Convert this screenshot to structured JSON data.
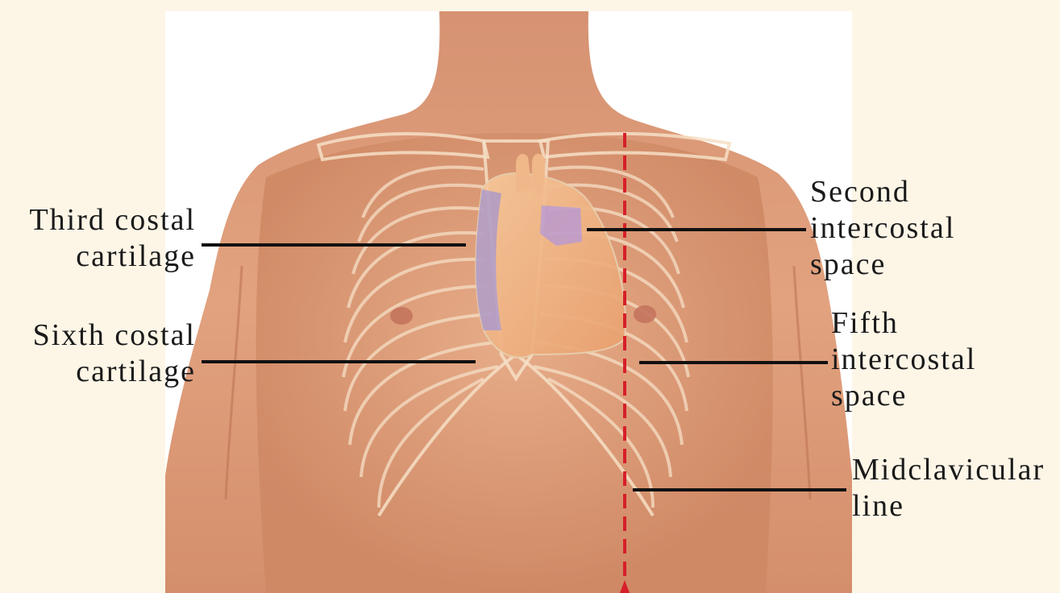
{
  "labels": {
    "third_costal": [
      "Third costal",
      "cartilage"
    ],
    "sixth_costal": [
      "Sixth costal",
      "cartilage"
    ],
    "second_intercostal": [
      "Second",
      "intercostal",
      "space"
    ],
    "fifth_intercostal": [
      "Fifth",
      "intercostal",
      "space"
    ],
    "midclavicular": [
      "Midclavicular",
      "line"
    ]
  },
  "colors": {
    "background": "#fdf6e7",
    "skin": "#e3a27d",
    "skin_shadow": "#c97f5c",
    "rib_outline": "#f6dfc6",
    "heart": "#f2b98a",
    "heart_blue": "#a99ad0",
    "midline_dash": "#d61f2a",
    "leader_line": "#111111"
  }
}
